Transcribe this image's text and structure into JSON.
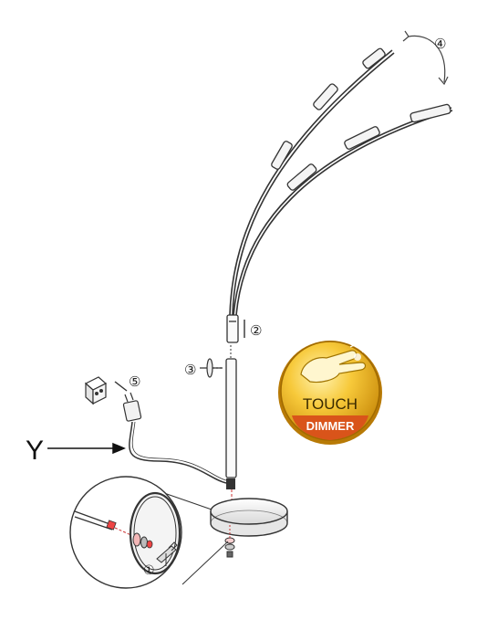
{
  "diagram": {
    "step_labels": {
      "one": "①",
      "two": "②",
      "three": "③",
      "four": "④",
      "five": "⑤"
    },
    "cable_label": "Y",
    "badge": {
      "line1": "TOUCH",
      "line2": "DIMMER",
      "colors": {
        "gold": "#f2b320",
        "gold_light": "#ffe27a",
        "banner": "#d9541a"
      }
    },
    "icons": [
      "hand-touch-icon",
      "wall-socket-icon",
      "power-adapter-icon",
      "rotate-arrow-icon"
    ]
  }
}
